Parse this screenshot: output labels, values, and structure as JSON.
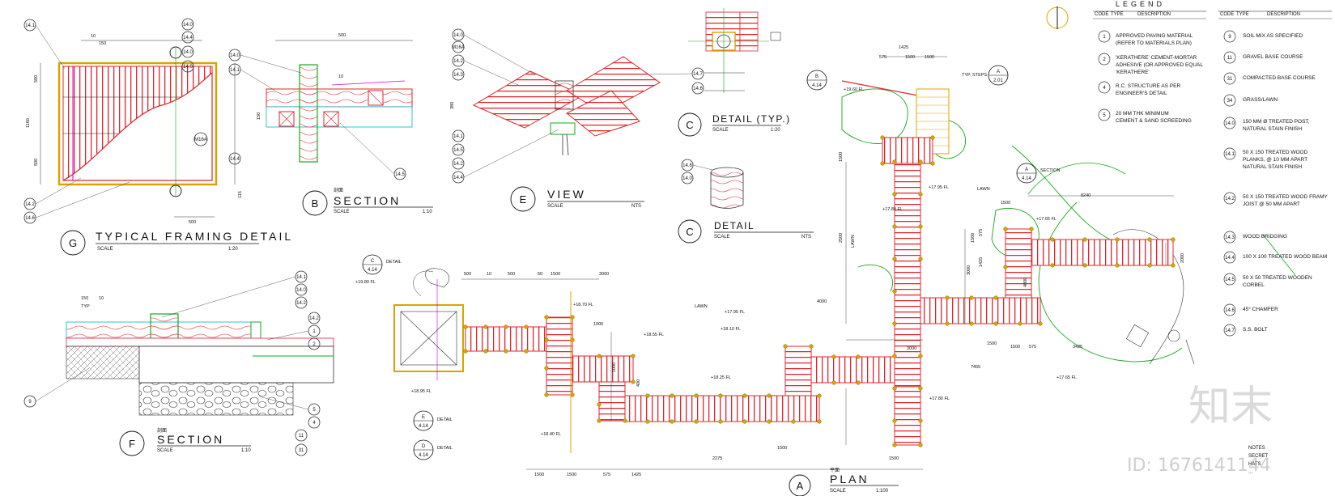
{
  "drawings": {
    "G": {
      "tag": "G",
      "title": "TYPICAL FRAMING DETAIL",
      "scale_label": "SCALE",
      "scale": "1:20",
      "callouts": [
        "14.0",
        "14.1",
        "14.4",
        "14.0",
        "14.0",
        "14.2",
        "14.6",
        "M16A"
      ],
      "dims": [
        "10",
        "150",
        "500",
        "1160",
        "500",
        "500",
        "115"
      ]
    },
    "B": {
      "tag": "B",
      "title": "SECTION",
      "cn": "剖面",
      "scale_label": "SCALE",
      "scale": "1:10",
      "callouts": [
        "14.0",
        "14.1",
        "14.4",
        "14.5"
      ],
      "dims": [
        "500",
        "10",
        "150",
        "380"
      ]
    },
    "E": {
      "tag": "E",
      "title": "VIEW",
      "scale_label": "SCALE",
      "scale": "NTS",
      "callouts": [
        "14.0",
        "M16A",
        "14.2",
        "14.3",
        "14.7",
        "14.6",
        "14.1",
        "14.5",
        "14.2",
        "14.4"
      ]
    },
    "C1": {
      "tag": "C",
      "title": "DETAIL (TYP.)",
      "scale_label": "SCALE",
      "scale": "1:20",
      "callouts": [
        "14.6",
        "14.0"
      ]
    },
    "C2": {
      "tag": "C",
      "title": "DETAIL",
      "scale_label": "SCALE",
      "scale": "NTS"
    },
    "F": {
      "tag": "F",
      "title": "SECTION",
      "cn": "剖面",
      "scale_label": "SCALE",
      "scale": "1:10",
      "callouts": [
        "14.1",
        "14.0",
        "14.2",
        "14.2",
        "1",
        "2",
        "5",
        "4",
        "11",
        "31",
        "9"
      ],
      "dims": [
        "150",
        "10",
        "TYP"
      ]
    },
    "A": {
      "tag": "A",
      "title": "PLAN",
      "cn": "平面",
      "scale_label": "SCALE",
      "scale": "1:100"
    }
  },
  "plan": {
    "levels": [
      "+19.80 FL",
      "+18.70 FL",
      "+18.55 FL",
      "+18.10 FL",
      "+18.25 FL",
      "+17.95 FL",
      "+18.95 FL",
      "+18.40 FL",
      "+19.60 FL",
      "+17.95 FL",
      "+17.80 FL",
      "+17.65 FL",
      "+17.65 FL",
      "+17.80 FL"
    ],
    "labels": [
      "DETAIL",
      "TYP. STEPS DETAIL",
      "LAWN",
      "LAWN",
      "LAWN",
      "DETAIL",
      "DETAIL",
      "SECTION"
    ],
    "refs": [
      {
        "top": "C",
        "bot": "4.14"
      },
      {
        "top": "E",
        "bot": "4.14"
      },
      {
        "top": "A",
        "bot": "4.14"
      },
      {
        "top": "A",
        "bot": "2.01"
      },
      {
        "top": "B",
        "bot": "4.14"
      },
      {
        "top": "D",
        "bot": "4.14"
      }
    ],
    "dims": [
      "500",
      "10",
      "500",
      "50",
      "1500",
      "3000",
      "575",
      "1425",
      "1500",
      "1500",
      "1000",
      "400",
      "1000",
      "2500",
      "1500",
      "3000",
      "1500",
      "575",
      "1425",
      "1500",
      "4000",
      "3000",
      "7455",
      "1500",
      "3425",
      "575",
      "8240",
      "4000",
      "2000",
      "1500",
      "1500",
      "1500",
      "575",
      "1425",
      "2275",
      "1500",
      "1500"
    ]
  },
  "legend": {
    "header": "LEGEND",
    "col_code": "CODE",
    "col_type": "TYPE",
    "col_desc": "DESCRIPTION",
    "left": [
      {
        "code": "1",
        "lines": [
          "APPROVED PAVING MATERIAL",
          "(REFER TO MATERIALS PLAN)"
        ]
      },
      {
        "code": "2",
        "lines": [
          "'KERATHERE' CEMENT-MORTAR",
          "ADHESIVE (OR APPROVED EQUAL",
          "'KERATHERE'"
        ]
      },
      {
        "code": "4",
        "lines": [
          "R.C. STRUCTURE AS PER",
          "ENGINEER'S DETAIL"
        ]
      },
      {
        "code": "5",
        "lines": [
          "20 MM THK MINIMUM",
          "CEMENT & SAND SCREEDING"
        ]
      }
    ],
    "right": [
      {
        "code": "9",
        "lines": [
          "SOIL MIX AS SPECIFIED"
        ]
      },
      {
        "code": "11",
        "lines": [
          "GRAVEL BASE COURSE"
        ]
      },
      {
        "code": "31",
        "lines": [
          "COMPACTED BASE COURSE"
        ]
      },
      {
        "code": "34",
        "lines": [
          "GRASS/LAWN"
        ]
      },
      {
        "code": "14.0",
        "lines": [
          "150 MM Ø TREATED POST,",
          "NATURAL STAIN FINISH"
        ]
      },
      {
        "code": "14.1",
        "lines": [
          "50 X 150 TREATED WOOD",
          "PLANKS, @ 10 MM APART",
          "NATURAL STAIN FINISH"
        ]
      },
      {
        "code": "14.2",
        "lines": [
          "50 X 150 TREATED WOOD FRAMY",
          "JOIST @ 50 MM APART"
        ]
      },
      {
        "code": "14.3",
        "lines": [
          "WOOD BRIDGING"
        ]
      },
      {
        "code": "14.4",
        "lines": [
          "100 X 100 TREATED WOOD BEAM"
        ]
      },
      {
        "code": "14.5",
        "lines": [
          "50 X 50 TREATED WOODEN",
          "CORBEL"
        ]
      },
      {
        "code": "14.6",
        "lines": [
          "45° CHAMFER"
        ]
      },
      {
        "code": "14.7",
        "lines": [
          "S.S. BOLT"
        ]
      }
    ]
  },
  "notes": {
    "title": "NOTES",
    "lines": [
      "SECRET",
      "HATS",
      "..."
    ]
  },
  "watermark": {
    "logo": "知末",
    "id": "ID: 1676141144"
  },
  "colors": {
    "plank": "#e0252b",
    "post": "#d9a400",
    "hatch": "#00b4c8",
    "tree": "#17a81c",
    "accent": "#c20ad4",
    "dim": "#333333"
  }
}
